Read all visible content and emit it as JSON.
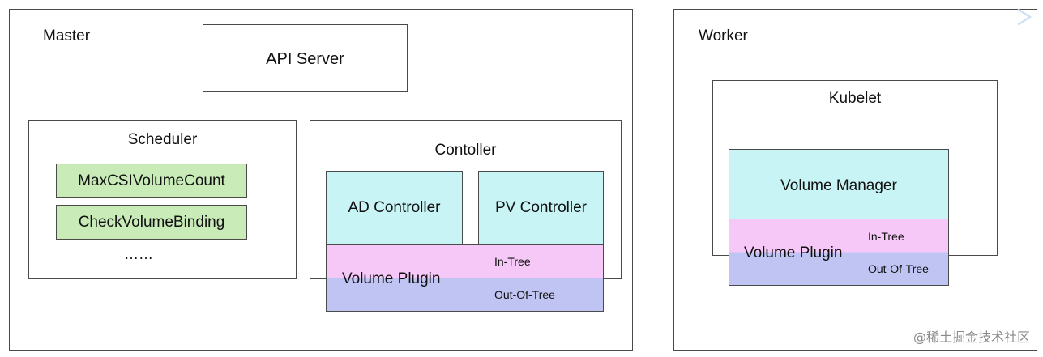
{
  "master": {
    "title": "Master",
    "api_server": "API Server",
    "scheduler": {
      "title": "Scheduler",
      "plugins": [
        "MaxCSIVolumeCount",
        "CheckVolumeBinding"
      ],
      "more": "……"
    },
    "controller": {
      "title": "Contoller",
      "ad_controller": "AD Controller",
      "pv_controller": "PV Controller",
      "volume_plugin": {
        "label": "Volume Plugin",
        "in_tree": "In-Tree",
        "out_of_tree": "Out-Of-Tree"
      }
    }
  },
  "worker": {
    "title": "Worker",
    "kubelet": {
      "title": "Kubelet",
      "volume_manager": "Volume Manager",
      "volume_plugin": {
        "label": "Volume Plugin",
        "in_tree": "In-Tree",
        "out_of_tree": "Out-Of-Tree"
      }
    }
  },
  "watermark": "@稀土掘金技术社区",
  "colors": {
    "green_fill": "#c8ebb8",
    "cyan_fill": "#c8f4f6",
    "in_tree_fill": "#f6c8f8",
    "out_of_tree_fill": "#c0c4f2",
    "border": "#4a4a4a"
  }
}
